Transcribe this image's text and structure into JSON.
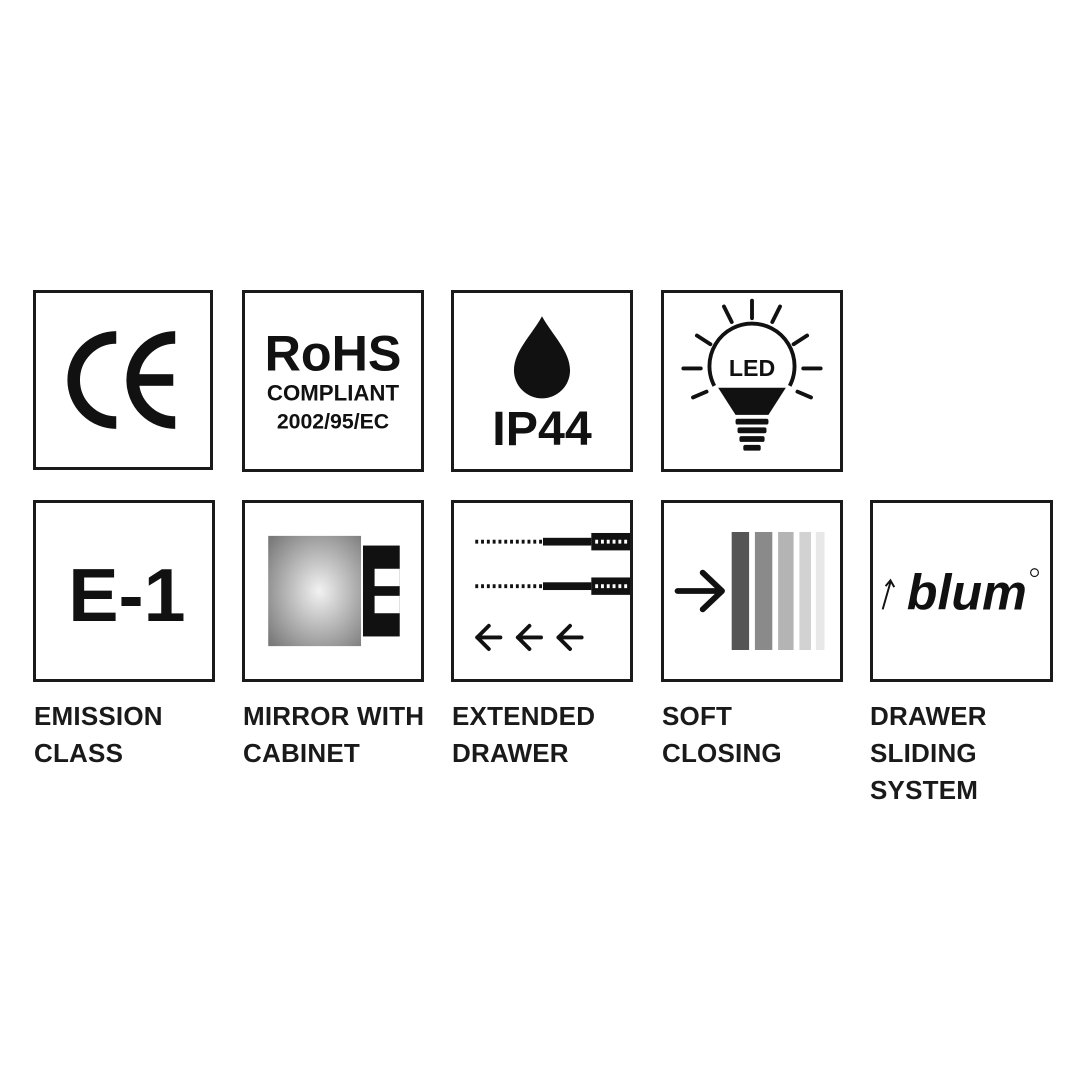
{
  "icons": {
    "ce": {
      "icon": "ce-mark-icon",
      "text": "CE"
    },
    "rohs": {
      "icon": "rohs-icon",
      "line1": "RoHS",
      "line2": "COMPLIANT",
      "line3": "2002/95/EC"
    },
    "ip44": {
      "icon": "water-drop-icon",
      "text": "IP44"
    },
    "led": {
      "icon": "led-bulb-icon",
      "text": "LED"
    },
    "emission": {
      "icon": "e1-icon",
      "text": "E-1",
      "caption": [
        "EMISSION",
        "CLASS"
      ]
    },
    "mirror": {
      "icon": "mirror-cabinet-icon",
      "caption": [
        "MIRROR WITH",
        "CABINET"
      ]
    },
    "drawer": {
      "icon": "extended-drawer-icon",
      "caption": [
        "EXTENDED",
        "DRAWER"
      ]
    },
    "soft": {
      "icon": "soft-closing-icon",
      "caption": [
        "SOFT",
        "CLOSING"
      ]
    },
    "blum": {
      "icon": "blum-logo-icon",
      "text": "blum",
      "caption": [
        "DRAWER",
        "SLIDING",
        "SYSTEM"
      ]
    }
  },
  "colors": {
    "ink": "#111111",
    "border": "#1a1a1a",
    "background": "#ffffff"
  }
}
